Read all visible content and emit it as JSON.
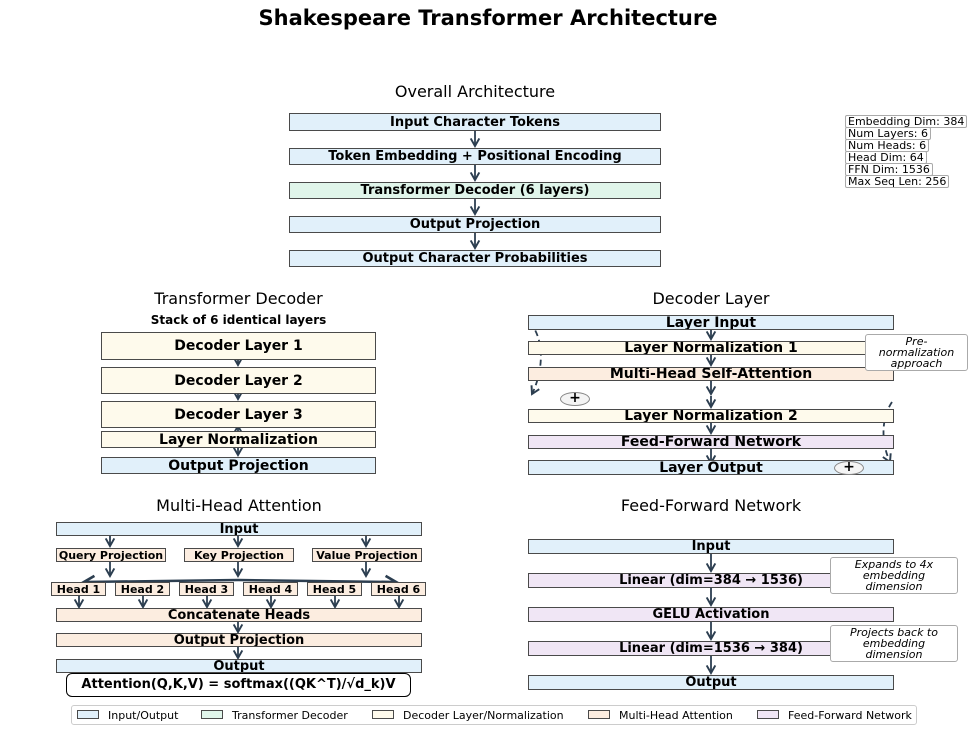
{
  "title": "Shakespeare Transformer Architecture",
  "overall": {
    "title": "Overall Architecture",
    "boxes": [
      "Input Character Tokens",
      "Token Embedding + Positional Encoding",
      "Transformer Decoder (6 layers)",
      "Output Projection",
      "Output Character Probabilities"
    ],
    "stats": [
      "Embedding Dim: 384",
      "Num Layers: 6",
      "Num Heads: 6",
      "Head Dim: 64",
      "FFN Dim: 1536",
      "Max Seq Len: 256"
    ]
  },
  "decoder": {
    "title": "Transformer Decoder",
    "subtitle": "Stack of 6 identical layers",
    "boxes": [
      "Decoder Layer 1",
      "Decoder Layer 2",
      "Decoder Layer 3",
      "Layer Normalization",
      "Output Projection"
    ],
    "ellipsis": "..."
  },
  "layer": {
    "title": "Decoder Layer",
    "boxes": [
      "Layer Input",
      "Layer Normalization 1",
      "Multi-Head Self-Attention",
      "Layer Normalization 2",
      "Feed-Forward Network",
      "Layer Output"
    ],
    "note": "Pre-normalization approach",
    "plus": "+"
  },
  "mha": {
    "title": "Multi-Head Attention",
    "input": "Input",
    "projections": [
      "Query Projection",
      "Key Projection",
      "Value Projection"
    ],
    "heads": [
      "Head 1",
      "Head 2",
      "Head 3",
      "Head 4",
      "Head 5",
      "Head 6"
    ],
    "concat": "Concatenate Heads",
    "output_projection": "Output Projection",
    "output": "Output",
    "formula": "Attention(Q,K,V) = softmax((QK^T)/√d_k)V"
  },
  "ffn": {
    "title": "Feed-Forward Network",
    "boxes": [
      "Input",
      "Linear (dim=384 → 1536)",
      "GELU Activation",
      "Linear (dim=1536 → 384)",
      "Output"
    ],
    "note_expand": "Expands to 4x embedding dimension",
    "note_project": "Projects back to embedding dimension"
  },
  "legend": [
    "Input/Output",
    "Transformer Decoder",
    "Decoder Layer/Normalization",
    "Multi-Head Attention",
    "Feed-Forward Network"
  ],
  "colors": {
    "io": "#e1f0fa",
    "decoder": "#e0f5ea",
    "layer": "#fefaec",
    "mha": "#fcede0",
    "ffn": "#f0e6f5",
    "arrow": "#2c3e50"
  }
}
